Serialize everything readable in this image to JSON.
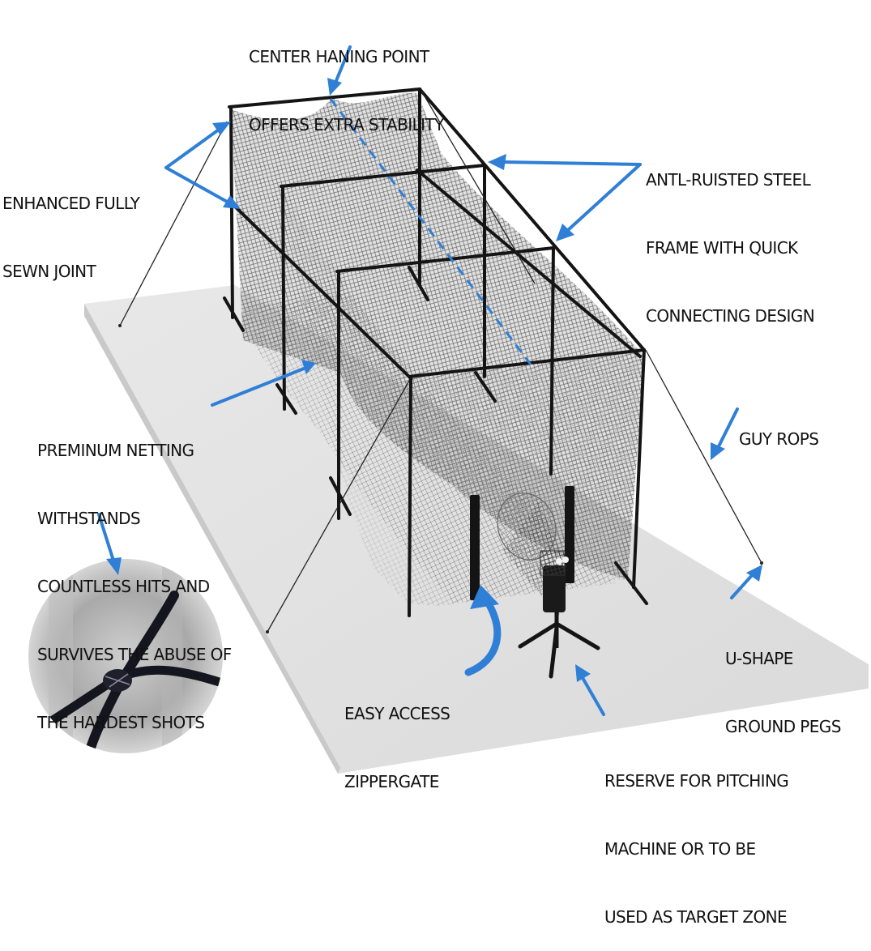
{
  "colors": {
    "accent": "#2f7fd6",
    "frame": "#141414",
    "mat": "#e3e3e3",
    "net": "#555555",
    "text": "#111111",
    "background": "#ffffff"
  },
  "callouts": {
    "center_hanging_point": {
      "lines": [
        "CENTER HANING POINT",
        "OFFERS EXTRA STABILITY"
      ]
    },
    "steel_frame": {
      "lines": [
        "ANTL-RUISTED STEEL",
        "FRAME WITH QUICK",
        "CONNECTING DESIGN"
      ]
    },
    "sewn_joint": {
      "lines": [
        "ENHANCED FULLY",
        "SEWN JOINT"
      ]
    },
    "netting": {
      "lines": [
        "PREMINUM NETTING",
        "WITHSTANDS",
        "COUNTLESS HITS AND",
        "SURVIVES THE ABUSE OF",
        "THE HARDEST SHOTS"
      ]
    },
    "guy_ropes": {
      "lines": [
        "GUY ROPS"
      ]
    },
    "ground_pegs": {
      "lines": [
        "U-SHAPE",
        "GROUND PEGS"
      ]
    },
    "zipper_gate": {
      "lines": [
        "EASY ACCESS",
        "ZIPPERGATE"
      ]
    },
    "pitching_zone": {
      "lines": [
        "RESERVE FOR PITCHING",
        "MACHINE OR TO BE",
        "USED AS TARGET ZONE"
      ]
    }
  },
  "icons": {
    "arrow": "callout-arrow-icon",
    "net_closeup": "net-knot-closeup-image",
    "cage": "batting-cage-illustration",
    "pitching_machine": "pitching-machine-icon"
  }
}
